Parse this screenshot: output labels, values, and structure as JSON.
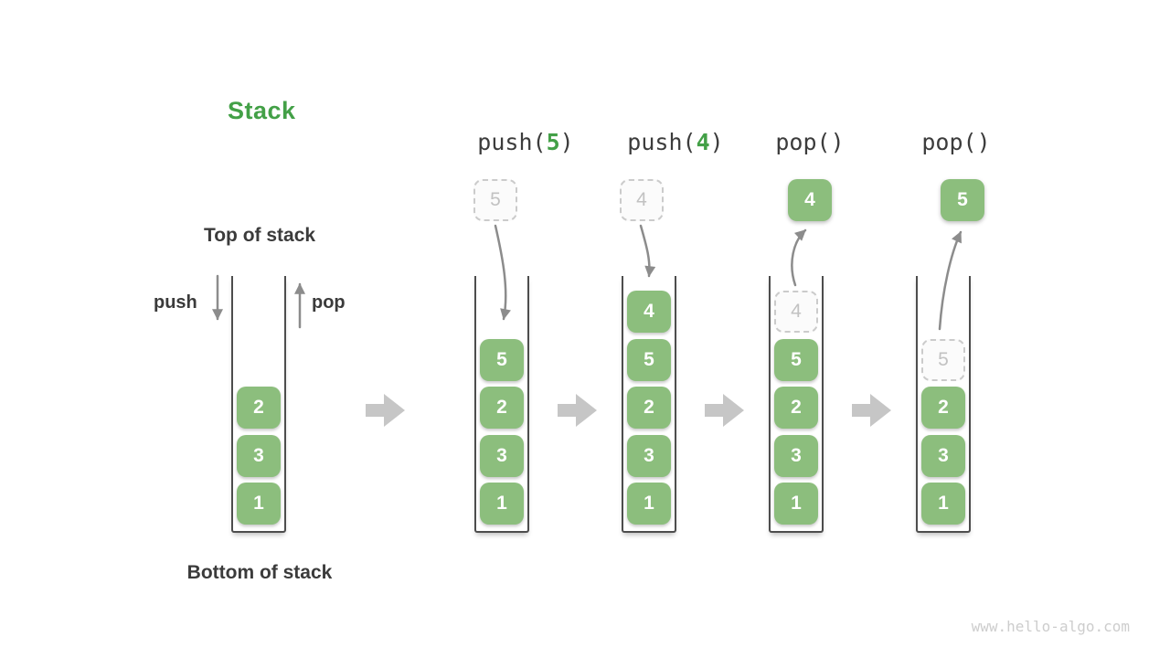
{
  "title": "Stack",
  "labels": {
    "top_of_stack": "Top of stack",
    "bottom_of_stack": "Bottom of stack",
    "push": "push",
    "pop": "pop"
  },
  "operations": [
    {
      "pre": "push(",
      "num": "5",
      "post": ")"
    },
    {
      "pre": "push(",
      "num": "4",
      "post": ")"
    },
    {
      "pre": "pop()",
      "num": "",
      "post": ""
    },
    {
      "pre": "pop()",
      "num": "",
      "post": ""
    }
  ],
  "floating": {
    "push5_value": "5",
    "push4_value": "4",
    "pop1_value": "4",
    "pop2_value": "5"
  },
  "stacks": [
    {
      "cells": [
        "2",
        "3",
        "1"
      ]
    },
    {
      "cells": [
        "5",
        "2",
        "3",
        "1"
      ]
    },
    {
      "cells": [
        "4",
        "5",
        "2",
        "3",
        "1"
      ]
    },
    {
      "ghost": "4",
      "cells": [
        "5",
        "2",
        "3",
        "1"
      ]
    },
    {
      "ghost": "5",
      "cells": [
        "2",
        "3",
        "1"
      ]
    }
  ],
  "watermark": "www.hello-algo.com",
  "colors": {
    "cell_green": "#8cbe7d",
    "accent_green": "#43a047",
    "text_dark": "#3b3b3b",
    "thin_arrow_gray": "#8c8c8c",
    "block_arrow_gray": "#c6c6c6",
    "ghost_border": "#cbcbcb",
    "ghost_text": "#c2c2c2",
    "watermark_gray": "#cdcdcd"
  }
}
